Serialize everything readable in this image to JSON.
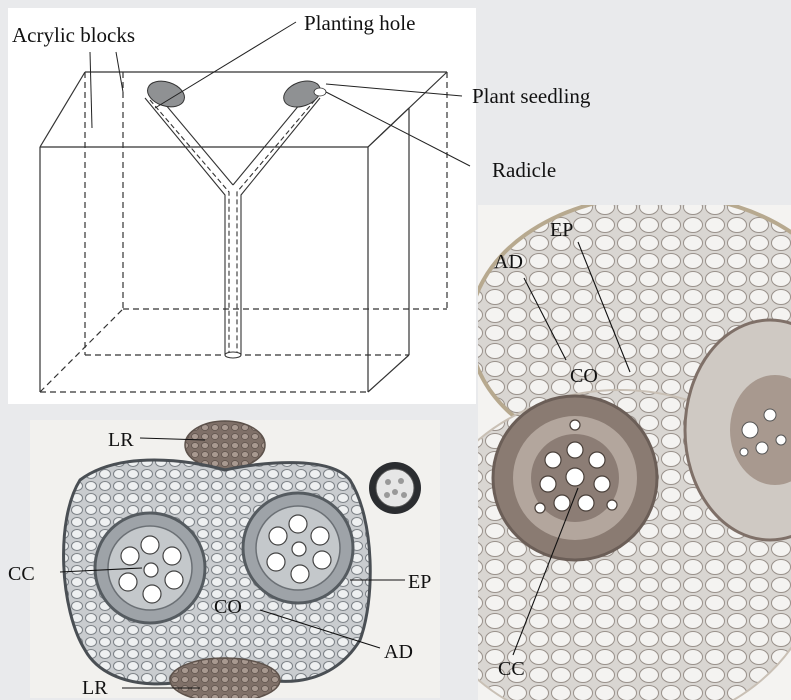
{
  "diagram": {
    "labels": {
      "acrylic_blocks": "Acrylic blocks",
      "planting_hole": "Planting hole",
      "plant_seedling": "Plant seedling",
      "radicle": "Radicle"
    }
  },
  "micrograph_left": {
    "labels": {
      "lr_top": "LR",
      "lr_bottom": "LR",
      "cc": "CC",
      "co": "CO",
      "ep": "EP",
      "ad": "AD"
    }
  },
  "micrograph_right": {
    "labels": {
      "ep": "EP",
      "ad": "AD",
      "co": "CO",
      "cc": "CC"
    }
  },
  "colors": {
    "background": "#e9eaec",
    "diagram_panel": "#ffffff",
    "seed_fill": "#8f9193",
    "tissue_grey": "#b9bcbf",
    "tissue_brown": "#8a7b72"
  }
}
